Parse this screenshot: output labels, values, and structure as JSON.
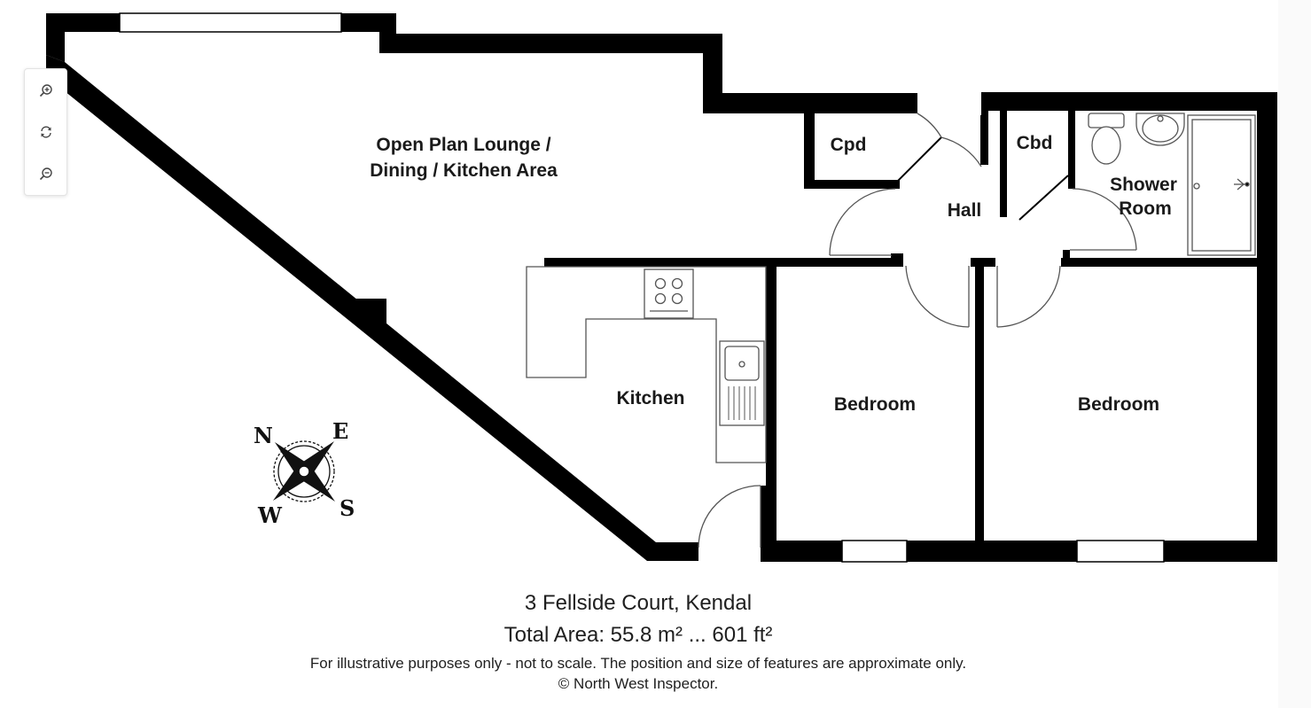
{
  "rooms": {
    "lounge_line1": "Open Plan Lounge /",
    "lounge_line2": "Dining / Kitchen Area",
    "cpd": "Cpd",
    "hall": "Hall",
    "cbd": "Cbd",
    "shower_line1": "Shower",
    "shower_line2": "Room",
    "kitchen": "Kitchen",
    "bedroom_1": "Bedroom",
    "bedroom_2": "Bedroom"
  },
  "compass": {
    "north": "N",
    "east": "E",
    "south": "S",
    "west": "W"
  },
  "zoom_controls": {
    "zoom_in": "zoom-in-icon",
    "reset": "rotate-reset-icon",
    "zoom_out": "zoom-out-icon"
  },
  "caption": {
    "address": "3 Fellside Court, Kendal",
    "total_area": "Total Area: 55.8 m² ... 601 ft²",
    "disclaimer": "For illustrative purposes only - not to scale. The position and size of features are approximate only.",
    "copyright": "© North West Inspector."
  },
  "colors": {
    "wall": "#000000",
    "fixture_line": "#555555",
    "background": "#ffffff"
  }
}
